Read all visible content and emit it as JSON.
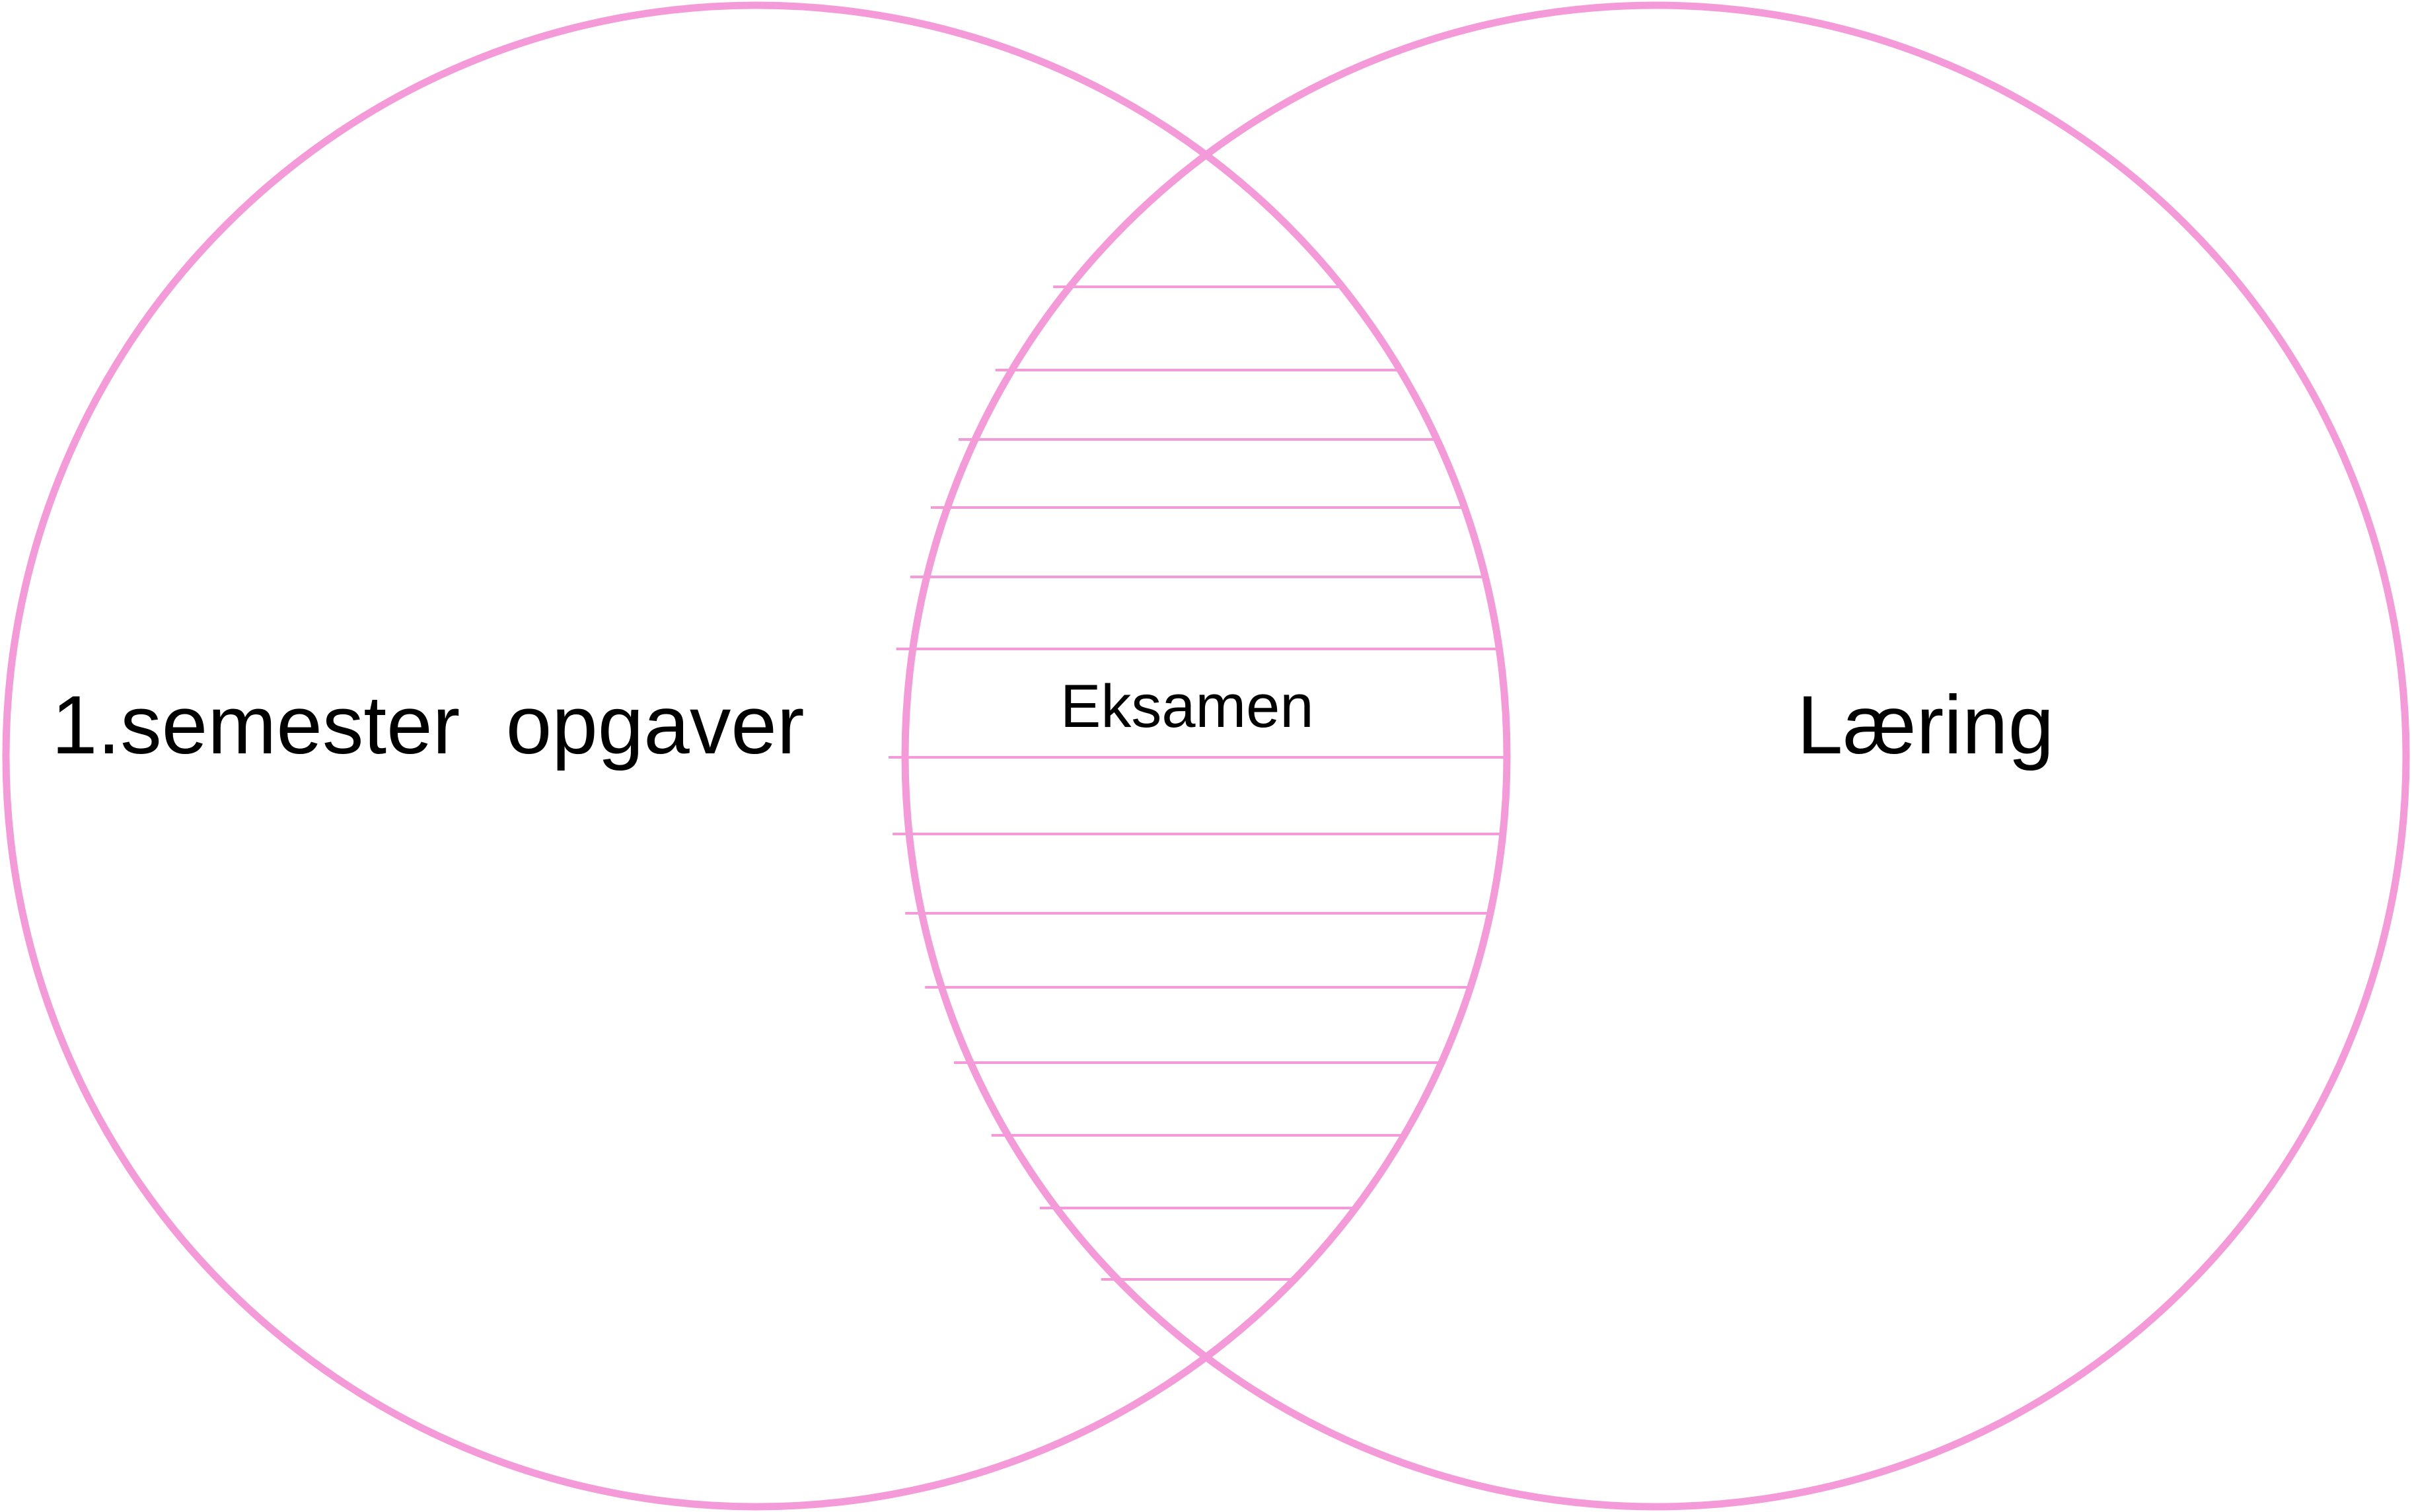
{
  "diagram": {
    "type": "venn",
    "stroke_color": "#f49ad9",
    "hatch_color": "#f49ad9",
    "text_color": "#000000",
    "background": "#ffffff",
    "sets": [
      {
        "id": "left",
        "label": "1.semester  opgaver"
      },
      {
        "id": "right",
        "label": "Læring"
      }
    ],
    "intersection": {
      "label": "Eksamen",
      "fill_pattern": "horizontal-hatch"
    }
  }
}
